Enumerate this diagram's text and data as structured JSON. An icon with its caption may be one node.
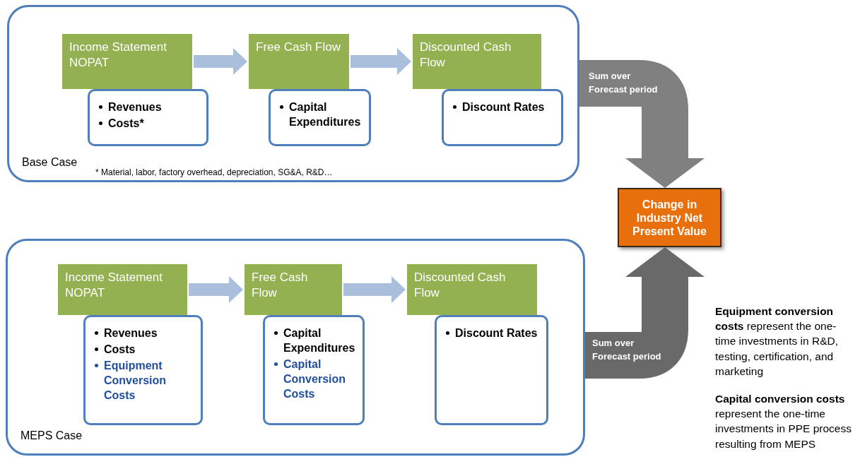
{
  "diagram": {
    "nodes": [
      {
        "text": [
          "Base Case"
        ]
      },
      {
        "text": [
          "Income Statement NOPAT"
        ],
        "in": 0
      },
      {
        "text": [
          "Revenues",
          "Costs*"
        ],
        "in": 0
      },
      {
        "text": [
          "Free Cash Flow"
        ],
        "in": 0
      },
      {
        "text": [
          "Capital Expenditures"
        ],
        "in": 0
      },
      {
        "text": [
          "Discounted Cash Flow"
        ],
        "in": 0
      },
      {
        "text": [
          "Discount Rates"
        ],
        "in": 0
      },
      {
        "text": [
          "MEPS Case"
        ]
      },
      {
        "text": [
          "Income Statement NOPAT"
        ],
        "in": 7
      },
      {
        "text": [
          "Revenues",
          "Costs",
          "Equipment Conversion Costs"
        ],
        "in": 7
      },
      {
        "text": [
          "Free Cash Flow"
        ],
        "in": 7
      },
      {
        "text": [
          "Capital Expenditures",
          "Capital Conversion Costs"
        ],
        "in": 7
      },
      {
        "text": [
          "Discounted Cash Flow"
        ],
        "in": 7
      },
      {
        "text": [
          "Discount Rates"
        ],
        "in": 7
      },
      {
        "text": [
          "Change in Industry Net Present Value"
        ]
      }
    ],
    "edges": [
      {
        "from": 1,
        "to": 3,
        "arrow": "to"
      },
      {
        "from": 3,
        "to": 5,
        "arrow": "to"
      },
      {
        "from": 8,
        "to": 10,
        "arrow": "to"
      },
      {
        "from": 10,
        "to": 12,
        "arrow": "to"
      },
      {
        "from": 0,
        "to": 14,
        "arrow": "to",
        "label": "Sum over Forecast period",
        "style": "thick",
        "color": "#808080"
      },
      {
        "from": 7,
        "to": 14,
        "arrow": "to",
        "label": "Sum over Forecast period",
        "style": "thick",
        "color": "#696969"
      }
    ],
    "labels": [
      "* Material, labor, factory overhead, depreciation, SG&A, R&D…",
      "**Equipment conversion costs** represent the one-time investments in R&D, testing, certification, and marketing",
      "**Capital conversion costs** represent the one-time investments in PPE process resulting from MEPS"
    ]
  }
}
